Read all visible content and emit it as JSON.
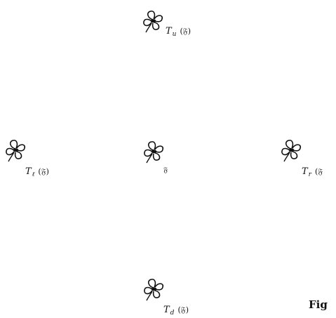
{
  "diagram": {
    "glyph": "𝔉",
    "upper": {
      "T": "T",
      "sub": "u",
      "paren": "(𝔉)"
    },
    "left": {
      "T": "T",
      "sub": "ℓ",
      "paren": "(𝔉)"
    },
    "center": {
      "label": "𝔉"
    },
    "right": {
      "T": "T",
      "sub": "r",
      "paren": "(𝔉"
    },
    "down": {
      "T": "T",
      "sub": "d",
      "paren": "(𝔉)"
    },
    "caption": "Fig"
  }
}
